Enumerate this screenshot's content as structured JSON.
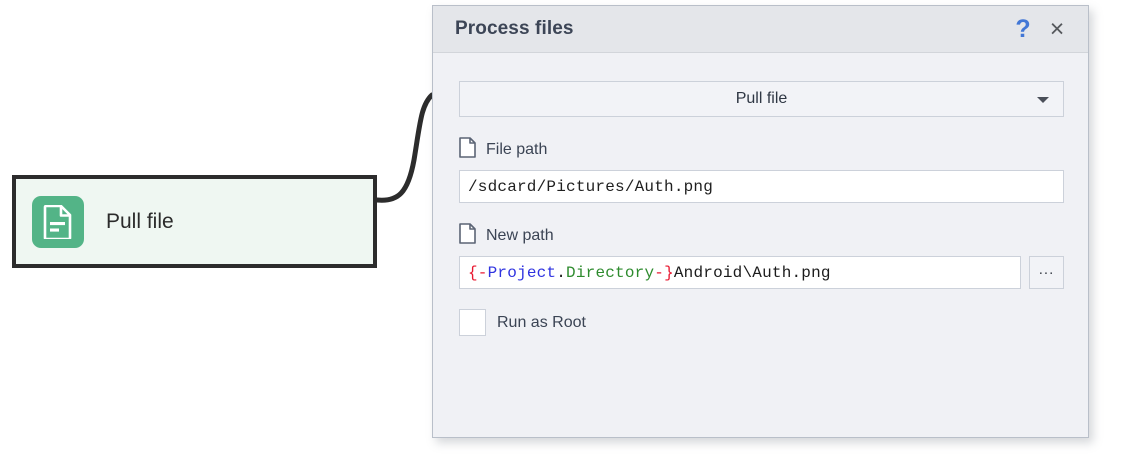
{
  "node": {
    "label": "Pull file",
    "icon": "document-icon",
    "icon_bg": "#53b487",
    "background": "#eff7f2",
    "border_color": "#2c2c2c"
  },
  "connector": {
    "name": "node-to-dialog-connector",
    "color": "#2c2c2c"
  },
  "dialog": {
    "title": "Process files",
    "help_label": "?",
    "close_label": "×",
    "action": {
      "label": "Pull file",
      "arrow": "chevron-down-icon"
    },
    "fields": [
      {
        "icon": "file-icon",
        "label": "File path",
        "value": "/sdcard/Pictures/Auth.png",
        "placeholder": ""
      },
      {
        "icon": "file-icon",
        "label": "New path",
        "value": "{-Project.Directory-}Android\\Auth.png",
        "tokens": [
          {
            "text": "{-",
            "type": "delim"
          },
          {
            "text": "Project",
            "type": "object"
          },
          {
            "text": ".",
            "type": "dot"
          },
          {
            "text": "Directory",
            "type": "prop"
          },
          {
            "text": "-}",
            "type": "delim"
          },
          {
            "text": "Android\\Auth.png",
            "type": "plain"
          }
        ],
        "browse_label": "..."
      }
    ],
    "checkbox": {
      "label": "Run as Root",
      "checked": false
    }
  },
  "colors": {
    "accent_green": "#53b487",
    "help_blue": "#4277d6",
    "token_delim": "#e8172f",
    "token_object": "#2f33e0",
    "token_prop": "#2e8b2e",
    "dialog_body": "#f0f1f5",
    "dialog_titlebar": "#e4e6ea"
  }
}
